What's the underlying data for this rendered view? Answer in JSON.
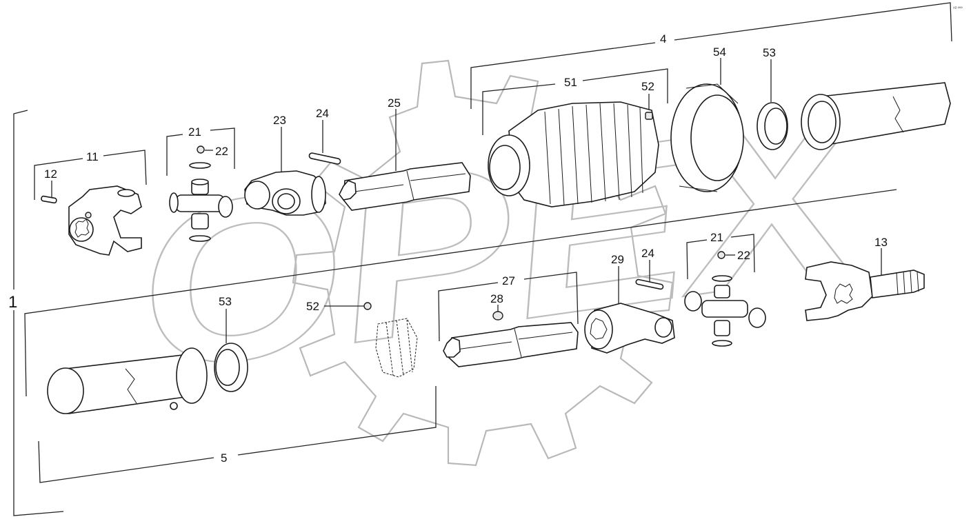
{
  "watermark": {
    "text": "OPEX"
  },
  "corner_mark": "ᴬᴰ ººº",
  "callouts": {
    "c1": "1",
    "c4": "4",
    "c5": "5",
    "c11": "11",
    "c12": "12",
    "c13": "13",
    "c21a": "21",
    "c21b": "21",
    "c22a": "22",
    "c22b": "22",
    "c23": "23",
    "c24a": "24",
    "c24b": "24",
    "c25": "25",
    "c27": "27",
    "c28": "28",
    "c29": "29",
    "c51": "51",
    "c52a": "52",
    "c52b": "52",
    "c53a": "53",
    "c53b": "53",
    "c54": "54"
  },
  "parts": [
    "yoke-11",
    "bolt-12",
    "cross-21-upper",
    "grease-nipple-22-upper",
    "inner-yoke-23",
    "pin-24-upper",
    "profile-tube-25",
    "guard-cone-51",
    "screw-52-upper",
    "bellows-ring-54",
    "bearing-ring-53-upper",
    "guard-tube-upper",
    "guard-tube-lower",
    "bearing-ring-53-lower",
    "screw-52-lower",
    "shield-cage",
    "profile-tube-27",
    "collar-28",
    "inner-yoke-29",
    "pin-24-lower",
    "cross-21-lower",
    "grease-nipple-22-lower",
    "yoke-13"
  ]
}
